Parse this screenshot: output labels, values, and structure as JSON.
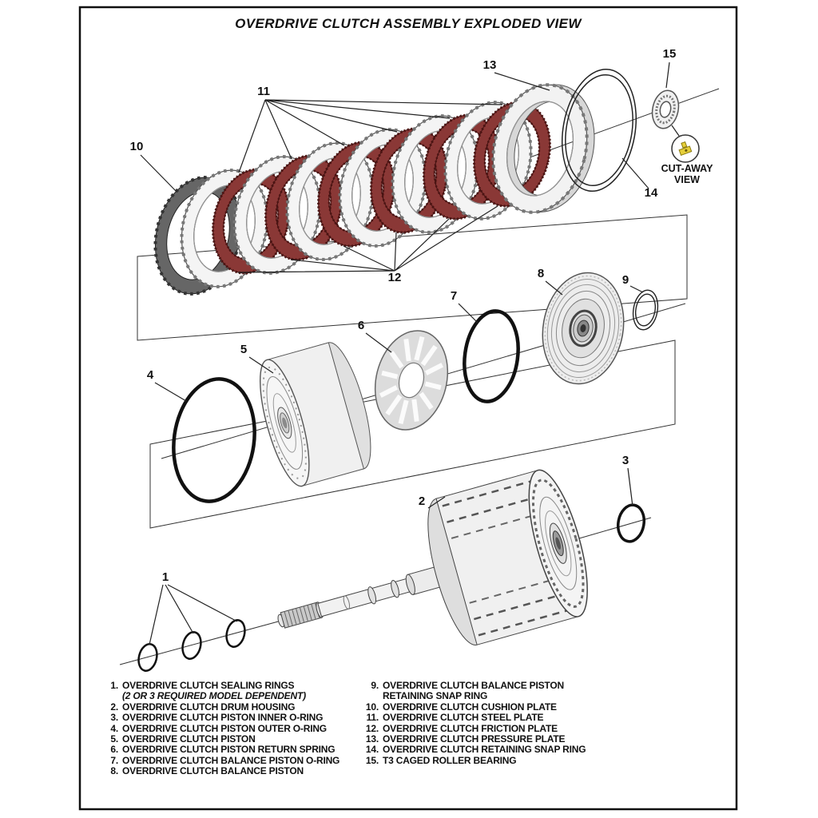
{
  "title": "OVERDRIVE CLUTCH ASSEMBLY EXPLODED VIEW",
  "cutaway": {
    "line1": "CUT-AWAY",
    "line2": "VIEW"
  },
  "callouts": {
    "n1": "1",
    "n2": "2",
    "n3": "3",
    "n4": "4",
    "n5": "5",
    "n6": "6",
    "n7": "7",
    "n8": "8",
    "n9": "9",
    "n10": "10",
    "n11": "11",
    "n12": "12",
    "n13": "13",
    "n14": "14",
    "n15": "15"
  },
  "colors": {
    "friction_plate": "#8a3836",
    "steel_plate": "#f4f4f4",
    "cushion_plate": "#666666",
    "cutaway_yellow": "#e6cf3a",
    "ink": "#111111"
  },
  "parts_list": {
    "left": [
      {
        "num": "1.",
        "text": "OVERDRIVE CLUTCH SEALING RINGS",
        "note": "(2 OR 3 REQUIRED MODEL DEPENDENT)"
      },
      {
        "num": "2.",
        "text": "OVERDRIVE CLUTCH DRUM HOUSING"
      },
      {
        "num": "3.",
        "text": "OVERDRIVE CLUTCH PISTON INNER O-RING"
      },
      {
        "num": "4.",
        "text": "OVERDRIVE CLUTCH PISTON OUTER O-RING"
      },
      {
        "num": "5.",
        "text": "OVERDRIVE CLUTCH PISTON"
      },
      {
        "num": "6.",
        "text": "OVERDRIVE CLUTCH PISTON RETURN SPRING"
      },
      {
        "num": "7.",
        "text": "OVERDRIVE CLUTCH BALANCE PISTON O-RING"
      },
      {
        "num": "8.",
        "text": "OVERDRIVE CLUTCH BALANCE PISTON"
      }
    ],
    "right": [
      {
        "num": "9.",
        "text": "OVERDRIVE CLUTCH BALANCE PISTON",
        "note": "RETAINING SNAP RING"
      },
      {
        "num": "10.",
        "text": "OVERDRIVE CLUTCH CUSHION PLATE"
      },
      {
        "num": "11.",
        "text": "OVERDRIVE CLUTCH STEEL PLATE"
      },
      {
        "num": "12.",
        "text": "OVERDRIVE CLUTCH FRICTION PLATE"
      },
      {
        "num": "13.",
        "text": "OVERDRIVE CLUTCH PRESSURE PLATE"
      },
      {
        "num": "14.",
        "text": "OVERDRIVE CLUTCH RETAINING SNAP RING"
      },
      {
        "num": "15.",
        "text": "T3 CAGED ROLLER BEARING"
      }
    ]
  }
}
